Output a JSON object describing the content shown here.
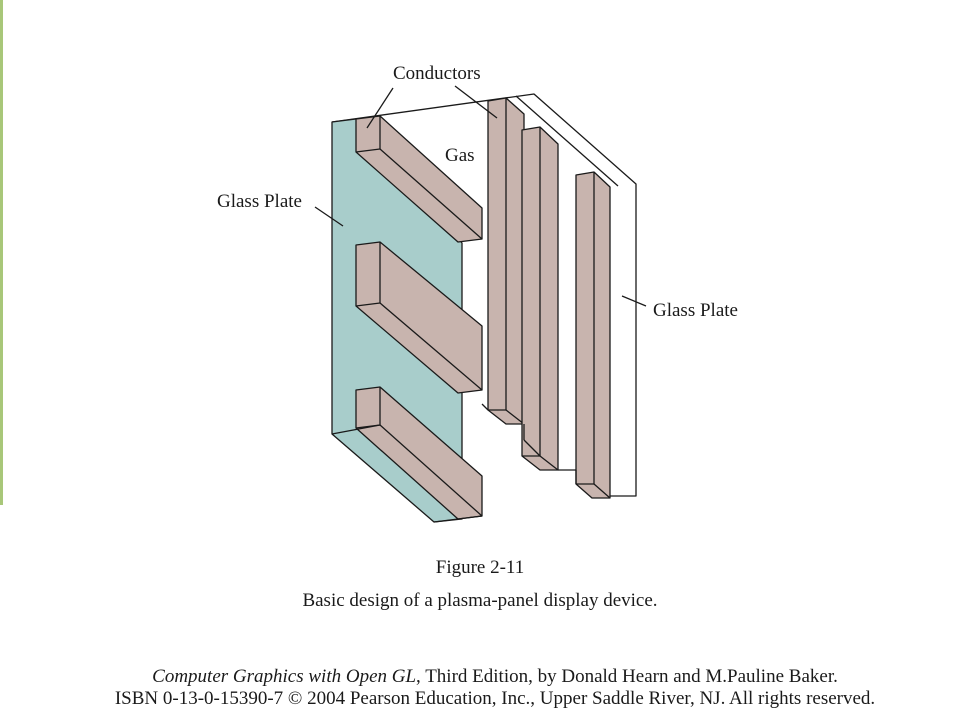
{
  "figure": {
    "labels": {
      "conductors": "Conductors",
      "gas": "Gas",
      "glass_plate_left": "Glass Plate",
      "glass_plate_right": "Glass Plate"
    },
    "caption_number": "Figure 2-11",
    "caption_text": "Basic design of a plasma-panel display device."
  },
  "footer": {
    "book_title": "Computer Graphics with Open GL",
    "line1_rest": ", Third Edition, by Donald Hearn and M.Pauline Baker.",
    "line2": "ISBN 0-13-0-15390-7 © 2004 Pearson Education, Inc., Upper Saddle River, NJ. All rights reserved."
  },
  "colors": {
    "glass": "#a8cdcb",
    "conductor": "#c8b4ae",
    "slide_edge": "#a8c779",
    "line": "#1a1a1a"
  }
}
